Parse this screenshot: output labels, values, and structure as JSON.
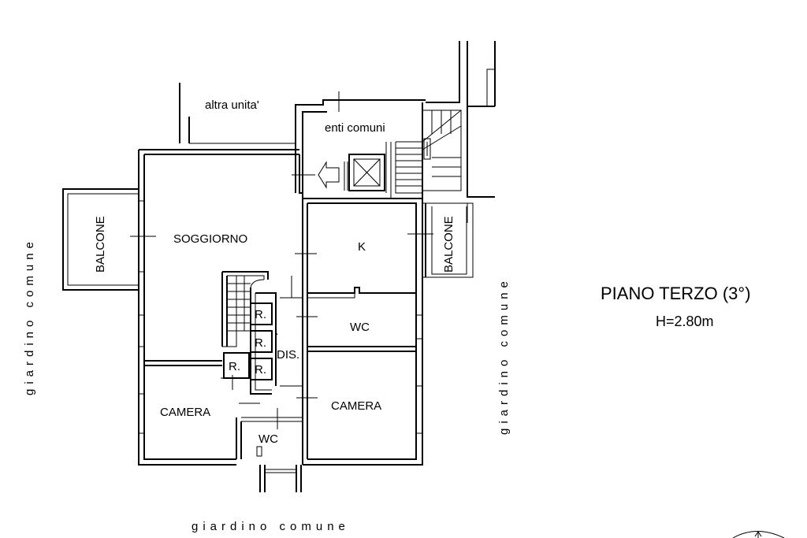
{
  "plan": {
    "title": "PIANO TERZO (3°)",
    "height_label": "H=2.80m"
  },
  "rooms": {
    "soggiorno": "SOGGIORNO",
    "kitchen": "K",
    "balcone_left": "BALCONE",
    "balcone_right": "BALCONE",
    "wc_upper": "WC",
    "wc_lower": "WC",
    "camera_left": "CAMERA",
    "camera_right": "CAMERA",
    "dis": "DIS.",
    "storage_1": "R.",
    "storage_2": "R.",
    "storage_3": "R.",
    "storage_4": "R."
  },
  "surroundings": {
    "altra_unita": "altra unita'",
    "enti_comuni": "enti comuni",
    "giardino_left": "giardino comune",
    "giardino_right": "giardino comune",
    "giardino_bottom": "giardino comune"
  }
}
